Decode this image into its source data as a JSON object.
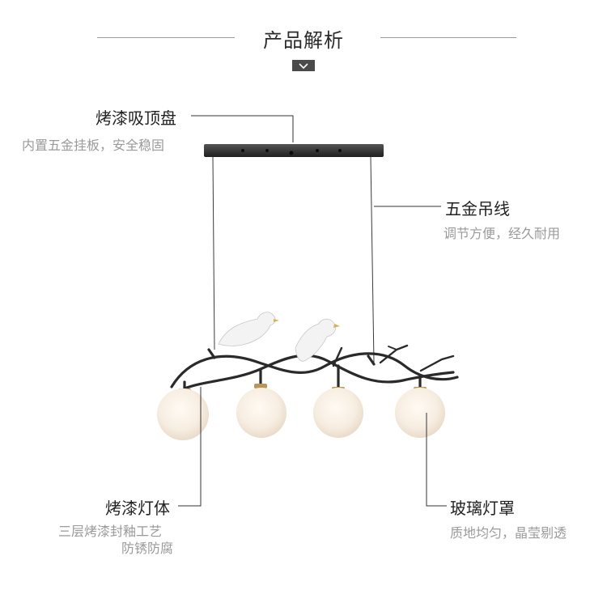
{
  "header": {
    "title": "产品解析"
  },
  "callouts": {
    "canopy": {
      "title": "烤漆吸顶盘",
      "desc": "内置五金挂板，安全稳固"
    },
    "wire": {
      "title": "五金吊线",
      "desc": "调节方便，经久耐用"
    },
    "body": {
      "title": "烤漆灯体",
      "desc_line1": "三层烤漆封釉工艺",
      "desc_line2": "防锈防腐"
    },
    "shade": {
      "title": "玻璃灯罩",
      "desc": "质地均匀，晶莹剔透"
    }
  },
  "colors": {
    "frame": "#2a2a2a",
    "glass": "#f6ecdf",
    "bird": "#f3f3f3",
    "cap": "#b8965a"
  }
}
